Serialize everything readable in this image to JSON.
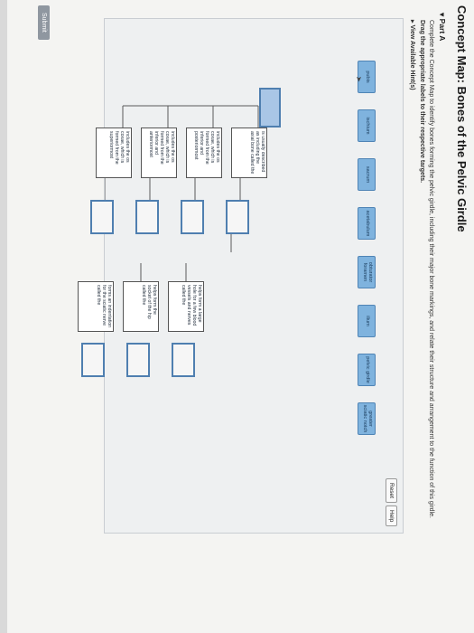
{
  "title": "Concept Map: Bones of the Pelvic Girdle",
  "part": {
    "label": "Part A",
    "instruction": "Complete the Concept Map to identify bones forming the pelvic girdle, including their major bone markings, and relate their structure and arrangement to the function of this girdle.",
    "drag_instruction": "Drag the appropriate labels to their respective targets.",
    "hints_label": "View Available Hint(s)"
  },
  "buttons": {
    "reset": "Reset",
    "help": "Help",
    "submit": "Submit"
  },
  "labels": [
    "pubis",
    "ischium",
    "sacrum",
    "acetabulum",
    "obturator foramen",
    "ilium",
    "pelvic girdle",
    "greater sciatic notch"
  ],
  "descriptions": [
    "is usually described as including the axial bone called the",
    "includes the os coxae, which is formed from the inferior and posteriormost",
    "includes the os coxae, which is formed from the inferior and anteriormost",
    "includes the os coxae, which is formed from the superiormost",
    "helps form a large hole for a few blood vessels and nerves called the",
    "helps form the socket of the hip called the",
    "forms an indentation for the sciatic nerve called the"
  ],
  "colors": {
    "tile_fill": "#7fb3de",
    "node_fill": "#a9c6e6",
    "border": "#4f7fb0",
    "submit": "#8f97a0"
  }
}
